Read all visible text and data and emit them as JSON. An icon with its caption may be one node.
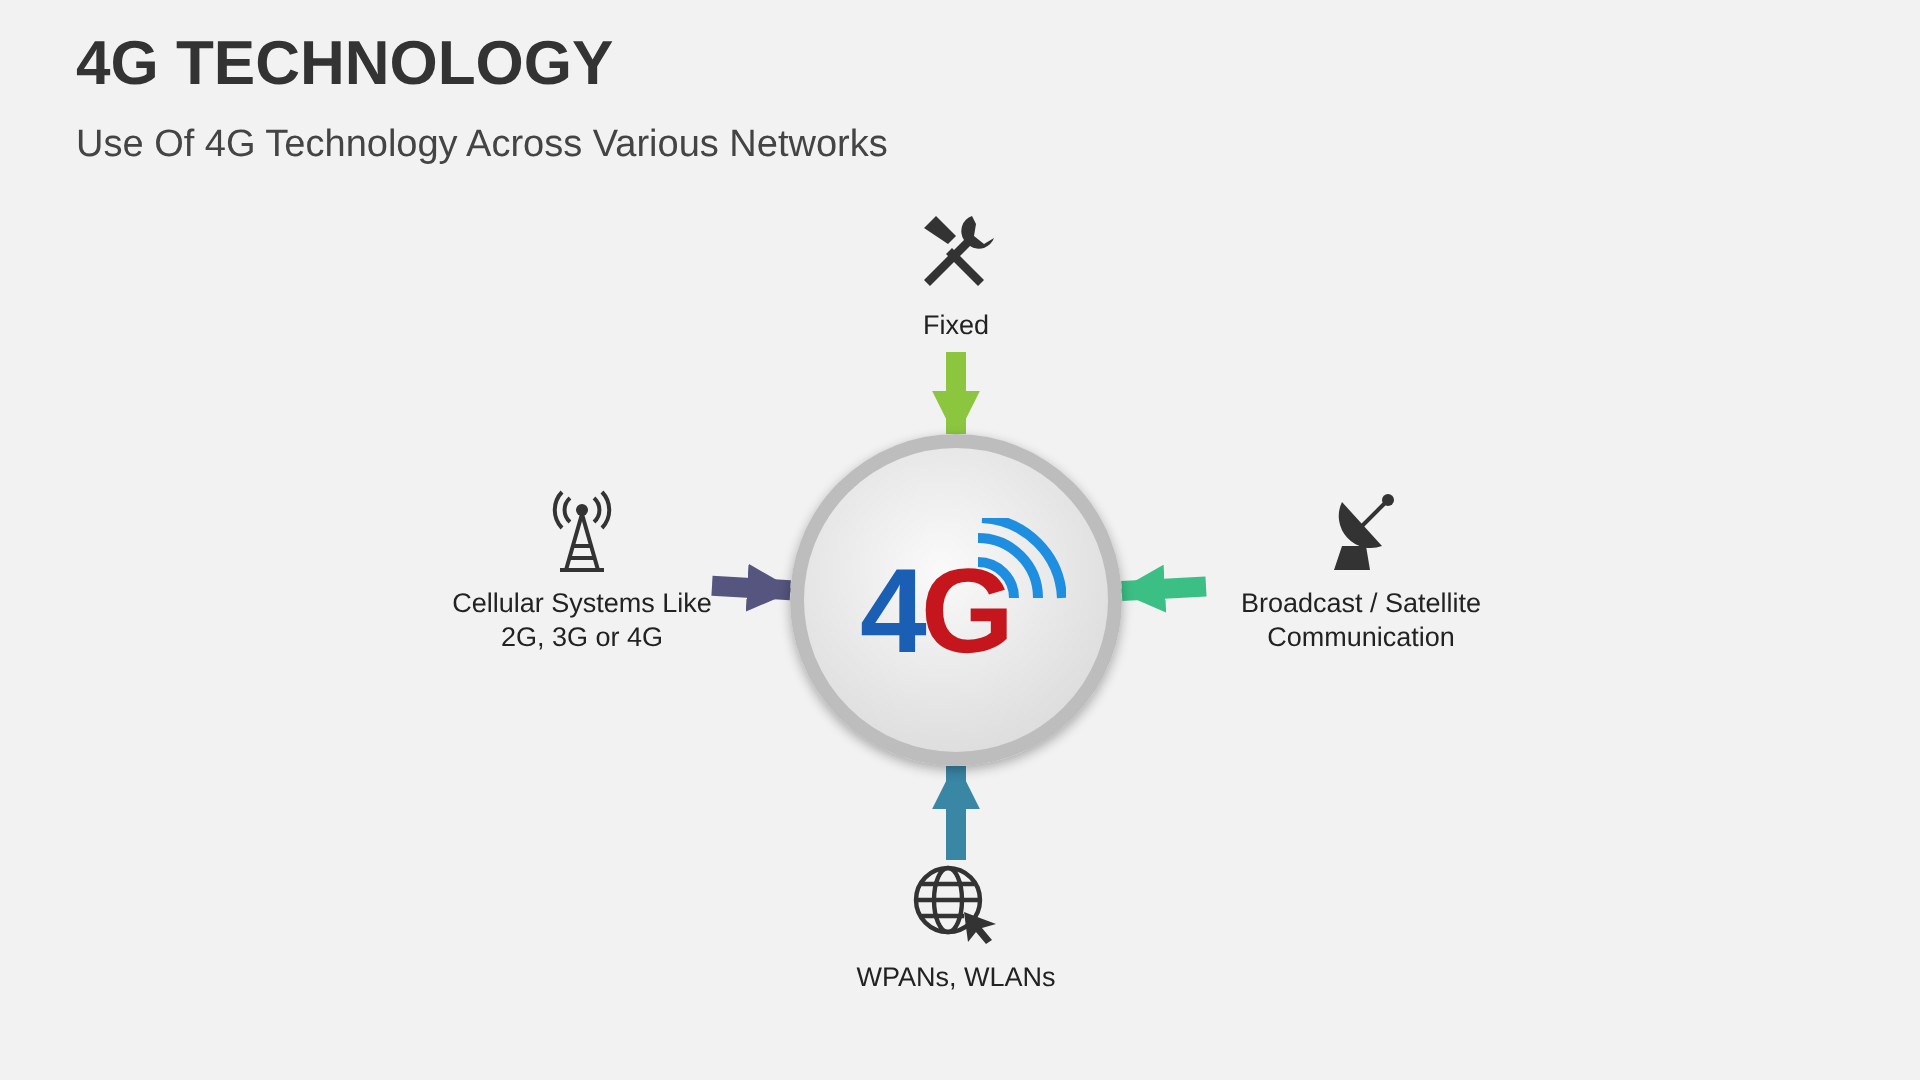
{
  "diagram": {
    "title": "4G TECHNOLOGY",
    "caption": "Use Of 4G Technology Across Various Networks",
    "nodes": [
      {
        "text": [
          "4G"
        ]
      },
      {
        "text": [
          "Fixed"
        ]
      },
      {
        "text": [
          "Cellular Systems Like 2G, 3G or 4G"
        ]
      },
      {
        "text": [
          "Broadcast / Satellite Communication"
        ]
      },
      {
        "text": [
          "WPANs, WLANs"
        ]
      }
    ],
    "edges": [
      {
        "from": 1,
        "to": 0,
        "arrow": "to",
        "color": "#8cc63f"
      },
      {
        "from": 2,
        "to": 0,
        "arrow": "to",
        "color": "#56557f"
      },
      {
        "from": 3,
        "to": 0,
        "arrow": "to",
        "color": "#3cbf85"
      },
      {
        "from": 4,
        "to": 0,
        "arrow": "to",
        "color": "#3a86a5"
      }
    ]
  }
}
